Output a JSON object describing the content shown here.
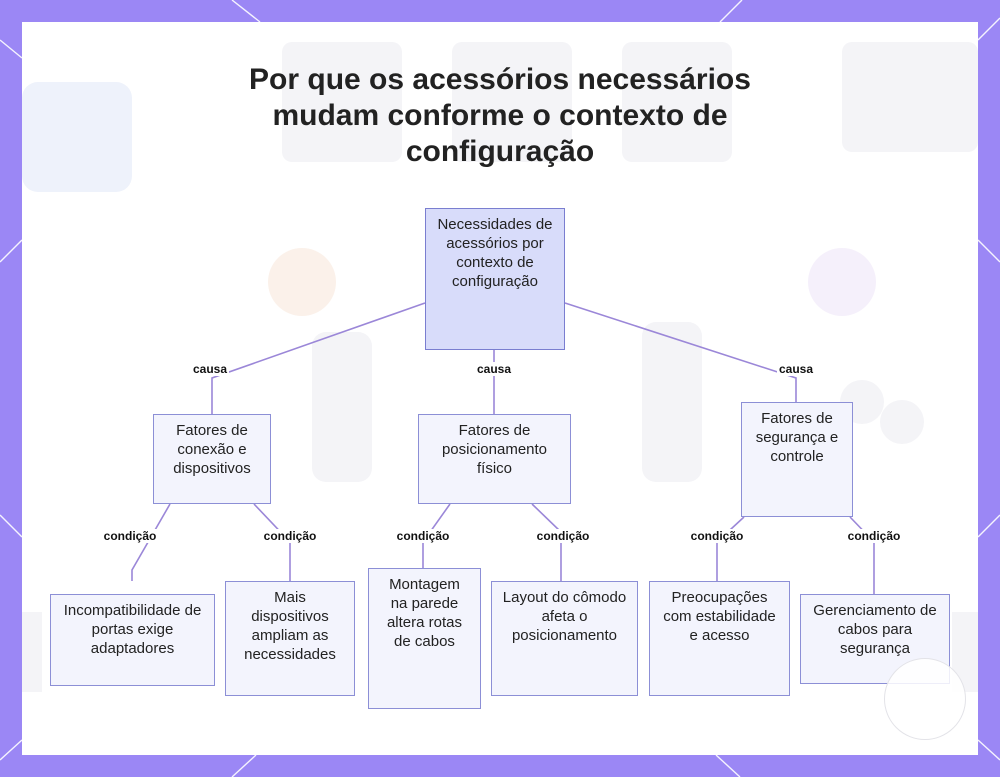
{
  "title": "Por que os acessórios necessários mudam conforme o contexto de configuração",
  "nodes": {
    "root": "Necessidades de acessórios por contexto de configuração",
    "conexao": "Fatores de conexão e dispositivos",
    "posicionamento": "Fatores de posicionamento físico",
    "seguranca": "Fatores de segurança e controle",
    "incompatibilidade": "Incompatibilidade de portas exige adaptadores",
    "mais_dispositivos": "Mais dispositivos ampliam as necessidades",
    "montagem": "Montagem na parede altera rotas de cabos",
    "layout": "Layout do cômodo afeta o posicionamento",
    "preocupacoes": "Preocupações com estabilidade e acesso",
    "gerenciamento": "Gerenciamento de cabos para segurança"
  },
  "edge_labels": {
    "causa_1": "causa",
    "causa_2": "causa",
    "causa_3": "causa",
    "condicao_1": "condição",
    "condicao_2": "condição",
    "condicao_3": "condição",
    "condicao_4": "condição",
    "condicao_5": "condição",
    "condicao_6": "condição"
  },
  "colors": {
    "frame": "#9b87f5",
    "node_fill": "#f3f4fd",
    "root_fill": "#d8dcfa",
    "node_border": "#8c8fd6",
    "edge": "#9b87d8"
  }
}
